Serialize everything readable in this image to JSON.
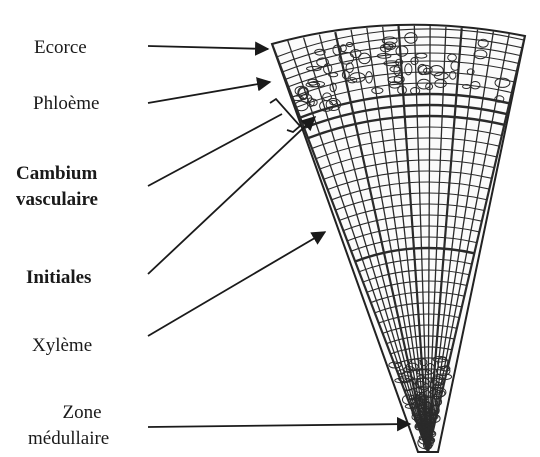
{
  "diagram": {
    "labels": {
      "ecorce": "Ecorce",
      "phloeme": "Phloème",
      "cambium_line1": "Cambium",
      "cambium_line2": "vasculaire",
      "initiales": "Initiales",
      "xyleme": "Xylème",
      "zone_line1": "Zone",
      "zone_line2": "médullaire"
    },
    "colors": {
      "ink": "#1a1a1a",
      "cell_wall": "#2a2a2a",
      "background": "#ffffff"
    }
  }
}
